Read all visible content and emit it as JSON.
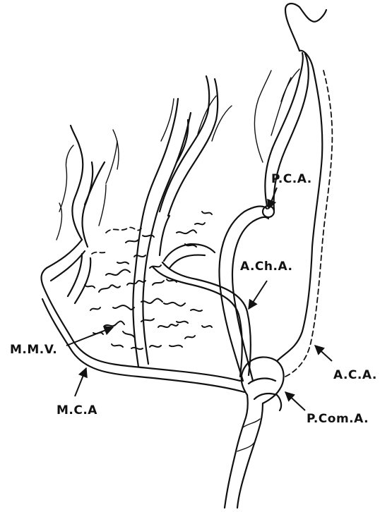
{
  "labels": {
    "pca": "P.C.A.",
    "acha": "A.Ch.A.",
    "mmv": "M.M.V.",
    "aca": "A.C.A.",
    "mca": "M.C.A",
    "pcoma": "P.Com.A."
  }
}
